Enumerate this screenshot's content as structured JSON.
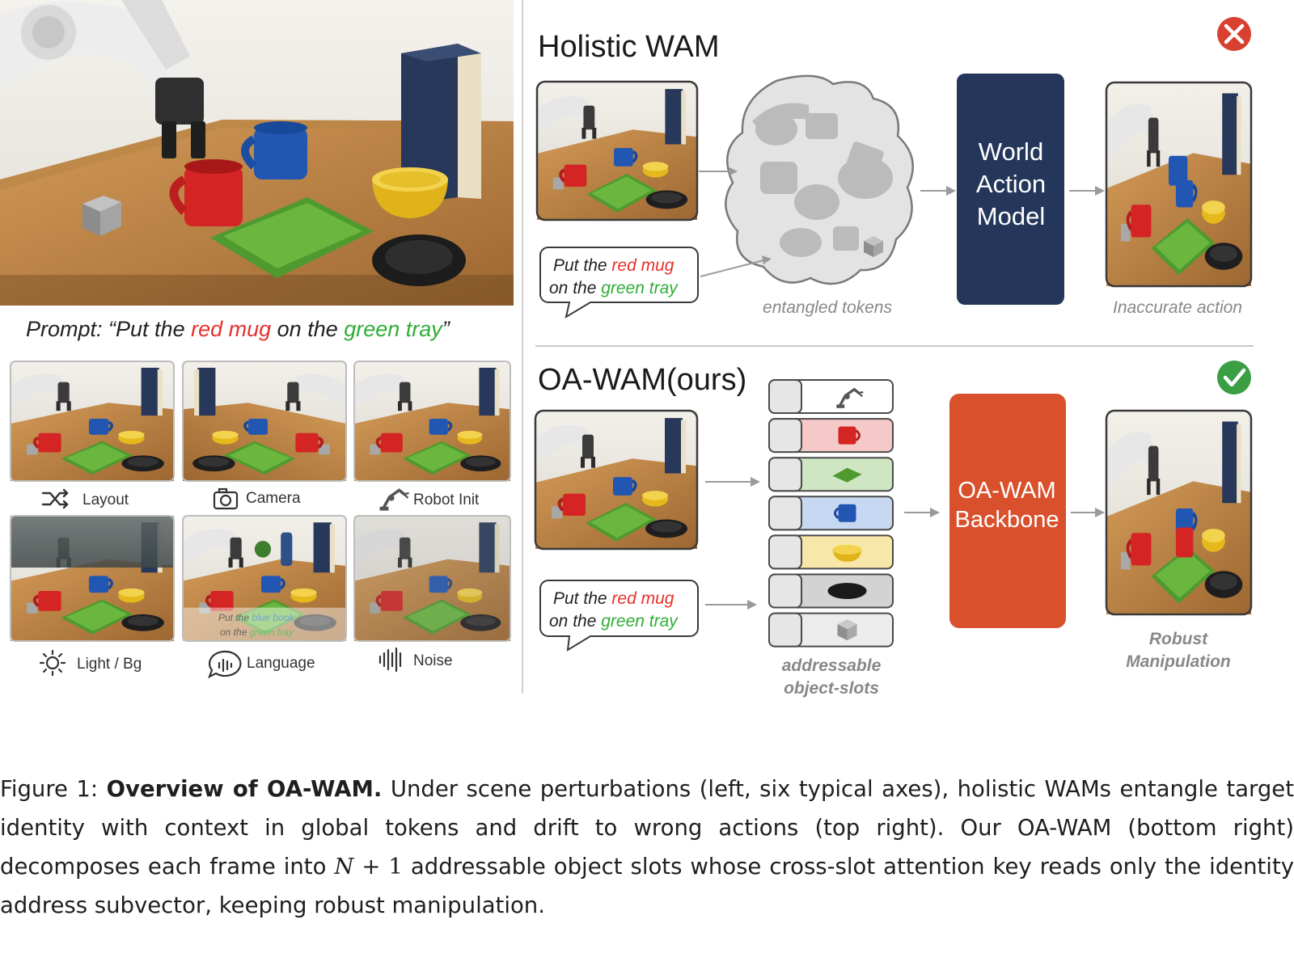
{
  "left_panel": {
    "prompt_prefix": "Prompt: “Put the ",
    "prompt_red": "red mug",
    "prompt_mid": " on the ",
    "prompt_green": "green tray",
    "prompt_suffix": "”",
    "variations": [
      {
        "label": "Layout",
        "icon": "shuffle-icon"
      },
      {
        "label": "Camera",
        "icon": "camera-icon"
      },
      {
        "label": "Robot Init",
        "icon": "robot-arm-icon"
      },
      {
        "label": "Light / Bg",
        "icon": "sun-icon"
      },
      {
        "label": "Language",
        "icon": "speech-bubble-icon"
      },
      {
        "label": "Noise",
        "icon": "waveform-icon"
      }
    ],
    "language_overlay": {
      "line1_prefix": "Put the ",
      "line1_highlight": "blue book",
      "line2_prefix": "on the ",
      "line2_highlight": "green tray"
    }
  },
  "holistic": {
    "title": "Holistic WAM",
    "status_icon": "red-x-icon",
    "bubble_line1_prefix": "Put the ",
    "bubble_line1_red": "red mug",
    "bubble_line2_prefix": "on the ",
    "bubble_line2_green": "green tray",
    "tokens_label": "entangled tokens",
    "model_line1": "World",
    "model_line2": "Action",
    "model_line3": "Model",
    "output_label": "Inaccurate action"
  },
  "oawam": {
    "title": "OA-WAM(ours)",
    "status_icon": "green-check-icon",
    "bubble_line1_prefix": "Put the ",
    "bubble_line1_red": "red mug",
    "bubble_line2_prefix": "on the ",
    "bubble_line2_green": "green tray",
    "slots_label_line1": "addressable",
    "slots_label_line2": "object-slots",
    "slots": [
      {
        "icon": "robot-arm-slot-icon",
        "color": "#ffffff"
      },
      {
        "icon": "red-mug-slot-icon",
        "color": "#f6c9c9"
      },
      {
        "icon": "green-tray-slot-icon",
        "color": "#cfe6c2"
      },
      {
        "icon": "blue-mug-slot-icon",
        "color": "#c7d8f2"
      },
      {
        "icon": "yellow-bowl-slot-icon",
        "color": "#f7e7a8"
      },
      {
        "icon": "black-plate-slot-icon",
        "color": "#d3d3d3"
      },
      {
        "icon": "cube-slot-icon",
        "color": "#ececec"
      }
    ],
    "backbone_line1": "OA-WAM",
    "backbone_line2": "Backbone",
    "output_line1": "Robust",
    "output_line2": "Manipulation"
  },
  "colors": {
    "red_text": "#e8302a",
    "green_text": "#2fae36",
    "wam_box": "#24375a",
    "backbone_box": "#d9502c",
    "fail": "#d8402f",
    "success": "#3a9e43"
  },
  "caption": {
    "prefix": "Figure 1: ",
    "bold": "Overview of OA-WAM.",
    "text1": " Under scene perturbations (left, six typical axes), holistic WAMs entangle target identity with context in global tokens and drift to wrong actions (top right). Our OA-WAM (bottom right) decomposes each frame into ",
    "math_var": "N",
    "math_rest": " + 1",
    "text2": " addressable object slots whose cross-slot attention key reads only the identity address subvector, keeping robust manipulation."
  }
}
